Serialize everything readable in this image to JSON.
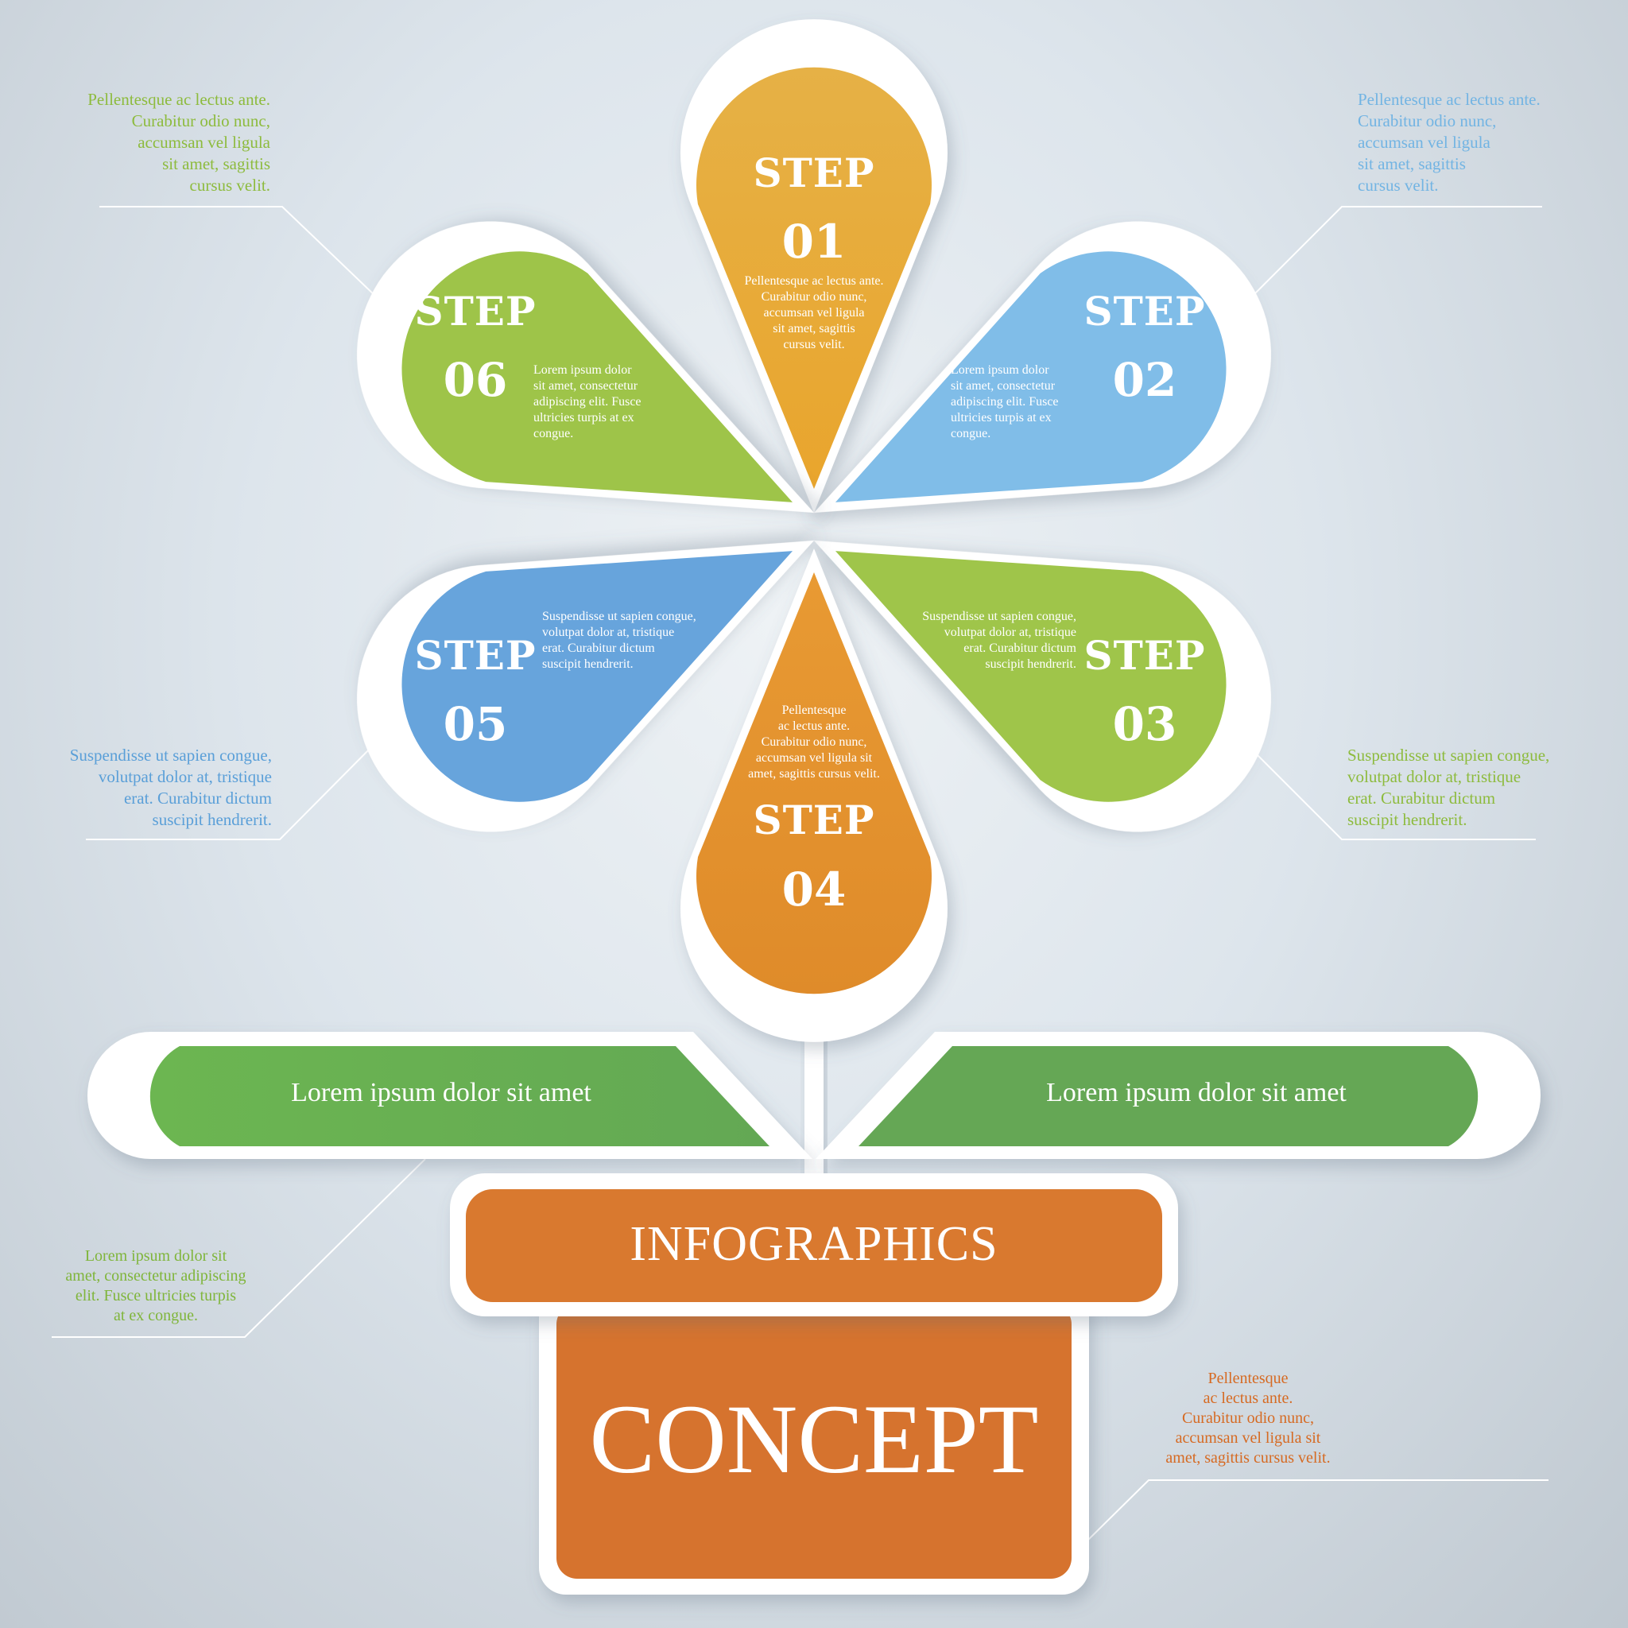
{
  "colors": {
    "orange_top": "#e8ae3a",
    "blue_right": "#7fbce8",
    "green_right": "#9cc44a",
    "orange_bottom": "#e3922f",
    "blue_left": "#6aa5dc",
    "green_left": "#9dc24a",
    "leaf_green": "#6ab253",
    "band_orange": "#d8782f",
    "pot_orange": "#d6722e",
    "note_green": "#8dbb3d",
    "note_blue": "#5a9fd8",
    "note_blue_light": "#72b4e3",
    "note_orange": "#d66a22"
  },
  "steps": [
    {
      "word": "STEP",
      "number": "01",
      "text": "Pellentesque ac lectus ante.\nCurabitur odio nunc,\naccumsan vel  ligula\nsit amet, sagittis\ncursus velit."
    },
    {
      "word": "STEP",
      "number": "02",
      "text": "Lorem ipsum dolor\nsit amet, consectetur\nadipiscing elit. Fusce\nultricies turpis at ex\ncongue."
    },
    {
      "word": "STEP",
      "number": "03",
      "text": "Suspendisse ut sapien congue,\nvolutpat dolor at, tristique\nerat. Curabitur dictum\nsuscipit hendrerit."
    },
    {
      "word": "STEP",
      "number": "04",
      "text": "Pellentesque\nac lectus ante.\nCurabitur odio nunc,\naccumsan vel  ligula sit\namet, sagittis cursus velit."
    },
    {
      "word": "STEP",
      "number": "05",
      "text": "Suspendisse ut sapien congue,\nvolutpat dolor at, tristique\nerat. Curabitur dictum\nsuscipit hendrerit."
    },
    {
      "word": "STEP",
      "number": "06",
      "text": "Lorem ipsum dolor\nsit amet, consectetur\nadipiscing elit. Fusce\nultricies turpis at ex\ncongue."
    }
  ],
  "notes": {
    "top_left": "Pellentesque ac lectus ante.\nCurabitur odio nunc,\naccumsan vel  ligula\nsit amet, sagittis\ncursus velit.",
    "top_right": "Pellentesque ac lectus ante.\nCurabitur odio nunc,\naccumsan vel  ligula\nsit amet, sagittis\ncursus velit.",
    "mid_left": "Suspendisse ut sapien congue,\nvolutpat dolor at, tristique\nerat. Curabitur dictum\nsuscipit hendrerit.",
    "mid_right": "Suspendisse ut sapien congue,\nvolutpat dolor at, tristique\nerat. Curabitur dictum\nsuscipit hendrerit.",
    "bottom_left": "Lorem ipsum dolor sit\namet, consectetur adipiscing\nelit. Fusce ultricies turpis\nat ex congue.",
    "bottom_right": "Pellentesque\nac lectus ante.\nCurabitur odio nunc,\naccumsan vel  ligula sit\namet, sagittis cursus velit."
  },
  "leaves": {
    "left": "Lorem ipsum dolor sit amet",
    "right": "Lorem ipsum dolor sit amet"
  },
  "pot": {
    "band": "INFOGRAPHICS",
    "body": "CONCEPT"
  }
}
